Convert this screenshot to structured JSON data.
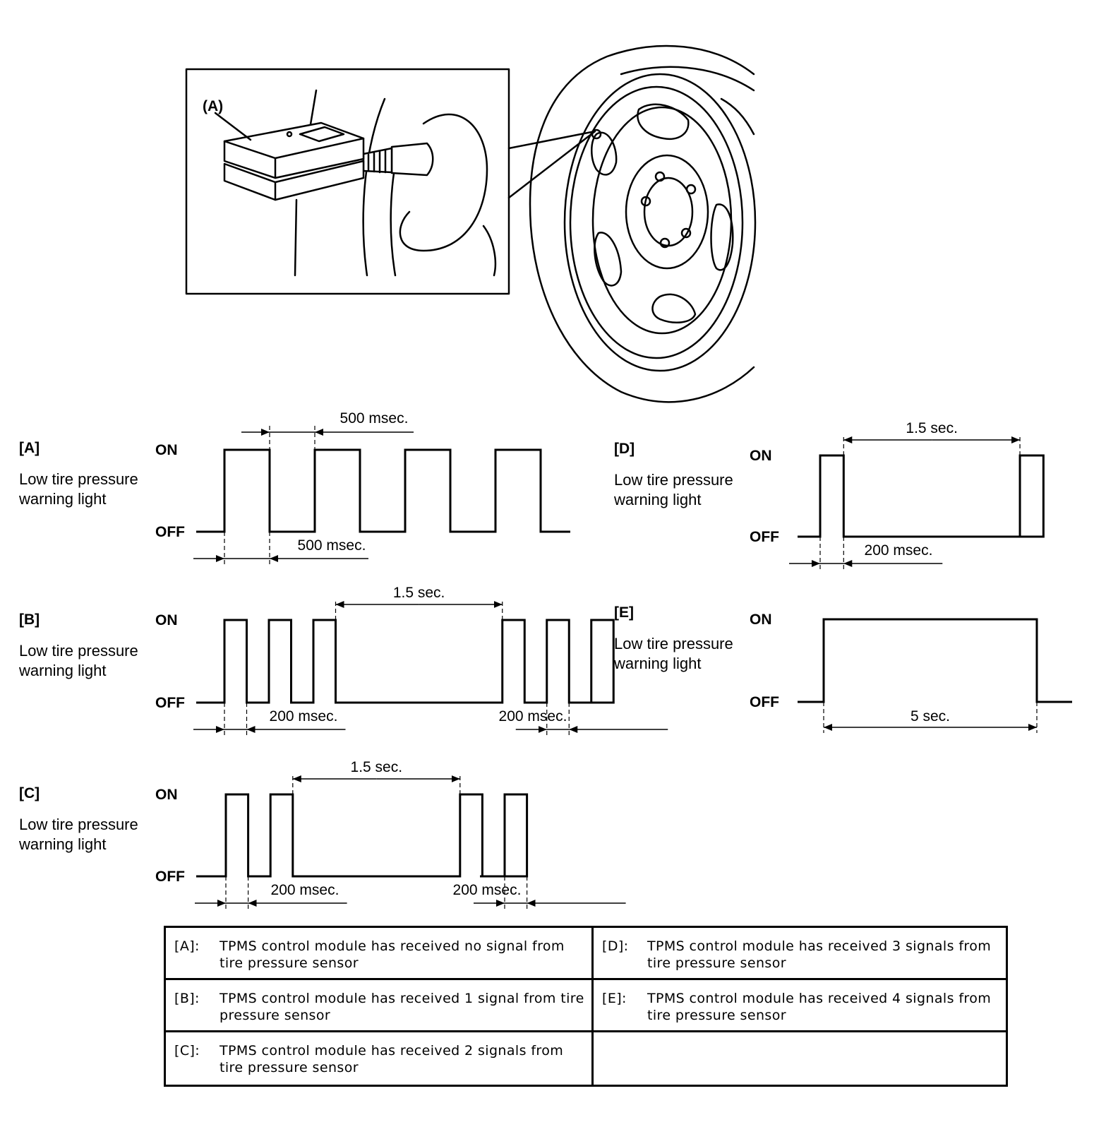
{
  "illustration": {
    "callout": "(A)"
  },
  "axis": {
    "on": "ON",
    "off": "OFF"
  },
  "warning_label": {
    "line1": "Low tire pressure",
    "line2": "warning light"
  },
  "chart_data": [
    {
      "id": "A",
      "tag": "[A]",
      "type": "line",
      "pulses_ms": [
        [
          0,
          500
        ],
        [
          1000,
          1500
        ],
        [
          2000,
          2500
        ],
        [
          3000,
          3500
        ]
      ],
      "annotations": [
        "500 msec.",
        "500 msec."
      ]
    },
    {
      "id": "B",
      "tag": "[B]",
      "type": "line",
      "pulses_ms": [
        [
          0,
          200
        ],
        [
          400,
          600
        ],
        [
          800,
          1000
        ],
        [
          2500,
          2700
        ],
        [
          2900,
          3100
        ],
        [
          3300,
          3500
        ]
      ],
      "annotations": [
        "1.5 sec.",
        "200 msec.",
        "200 msec."
      ]
    },
    {
      "id": "C",
      "tag": "[C]",
      "type": "line",
      "pulses_ms": [
        [
          0,
          200
        ],
        [
          400,
          600
        ],
        [
          2100,
          2300
        ],
        [
          2500,
          2700
        ]
      ],
      "annotations": [
        "1.5 sec.",
        "200 msec.",
        "200 msec."
      ]
    },
    {
      "id": "D",
      "tag": "[D]",
      "type": "line",
      "pulses_ms": [
        [
          0,
          200
        ],
        [
          1700,
          1900
        ]
      ],
      "annotations": [
        "1.5 sec.",
        "200 msec."
      ]
    },
    {
      "id": "E",
      "tag": "[E]",
      "type": "line",
      "pulses_ms": [
        [
          0,
          5000
        ]
      ],
      "annotations": [
        "5 sec."
      ]
    }
  ],
  "legend": {
    "rows": [
      {
        "left": {
          "key": "[A]:",
          "text": "TPMS control module has received no signal from tire pressure sensor"
        },
        "right": {
          "key": "[D]:",
          "text": "TPMS control module has received 3 signals from tire pressure sensor"
        }
      },
      {
        "left": {
          "key": "[B]:",
          "text": "TPMS control module has received 1 signal from tire pressure sensor"
        },
        "right": {
          "key": "[E]:",
          "text": "TPMS control module has received 4 signals from tire pressure sensor"
        }
      },
      {
        "left": {
          "key": "[C]:",
          "text": "TPMS control module has received 2 signals from tire pressure sensor"
        },
        "right": {
          "key": "",
          "text": ""
        }
      }
    ]
  }
}
